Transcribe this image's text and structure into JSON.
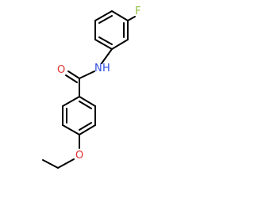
{
  "molecule": {
    "atoms": [
      {
        "symbol": "F",
        "color": "#8fbc3c"
      },
      {
        "symbol": "N",
        "color": "#2e4de0"
      },
      {
        "symbol": "H",
        "color": "#2e4de0"
      },
      {
        "symbol": "O",
        "color": "#e03030"
      },
      {
        "symbol": "O",
        "color": "#e03030"
      }
    ],
    "bond_color": "#000000",
    "background": "#ffffff"
  }
}
